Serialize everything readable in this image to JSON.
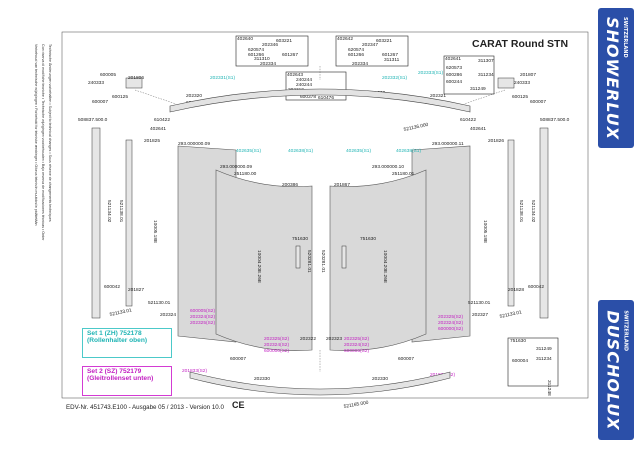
{
  "title": "CARAT Round STN",
  "footer": "EDV-Nr. 451743.E100 - Ausgabe 05 / 2013 - Version 10.0",
  "ce_mark": "CE",
  "brands": [
    "SHOWERLUX",
    "DUSCHOLUX"
  ],
  "brand_sub": "SWITZERLAND",
  "disclaimer_lines": [
    "Technische Änderungen vorbehalten • Subject to technical changes • Sous réserve de changements techniques",
    "Con riserva di modifiche tecniche • Technische wijzigingen voorbehouden • Bajo reserva de modificaciones técnicas • Order",
    "Verbehoud van technische wijzigingen • Forbehold for tekniske ændringer • Oikeus teknisiin muutoksiin pidätetään"
  ],
  "sets": [
    {
      "label": "Set 1",
      "code": "(ZH)",
      "number": "752178",
      "desc": "(Rollenhalter oben)"
    },
    {
      "label": "Set 2",
      "code": "(SZ)",
      "number": "752179",
      "desc": "(Gleitrollenset unten)"
    }
  ],
  "parts": {
    "p402640": "402640",
    "p402642": "402642",
    "p402643": "402643",
    "p402641": "402641",
    "p603221a": "603221",
    "p603221b": "603221",
    "p202346": "202346",
    "p202347": "202347",
    "p620574a": "620574",
    "p620574b": "620574",
    "p601266a": "601266",
    "p601266b": "601266",
    "p601267a": "601267",
    "p601267b": "601267",
    "p311310": "311310",
    "p311311": "311311",
    "p202334a": "202334",
    "p202334b": "202334",
    "p600005a": "600005",
    "p600005b": "600005",
    "p600005c": "600005",
    "p600005d": "600005",
    "p240244a": "240244",
    "p240244b": "240244",
    "p202319": "202319",
    "p610475": "610475",
    "p610476": "610476",
    "p600378": "600378",
    "p520243": "520243.000",
    "p311307": "311307",
    "p620573": "620573",
    "p600286": "600286",
    "p311234": "311234",
    "p600244": "600244",
    "p201807": "201807",
    "p201806": "201806",
    "p240333a": "240333",
    "p240333b": "240333",
    "p600125a": "600125",
    "p600125b": "600125",
    "p600007a": "600007",
    "p600007b": "600007",
    "p202331c": "202331(S1)",
    "p202332c": "202332(S1)",
    "p202333c": "202333(S1)",
    "p202320": "202320",
    "p202321": "202321",
    "p610422a": "610422",
    "p610422b": "610422",
    "p402641a": "402641",
    "p402641b": "402641",
    "p521136": "521136.000",
    "p508837a": "508837.500.0",
    "p508837b": "508837.500.0",
    "p293000a": "293.000000.09",
    "p293000b": "293.000000.09",
    "p293000c": "293.000000.10",
    "p293000d": "293.000000.11",
    "p201825": "201825",
    "p201826": "201826",
    "p402635a": "402635(S1)",
    "p402635b": "402635(S1)",
    "p402638a": "402638(S1)",
    "p402638b": "402638(S1)",
    "p251180a": "251180.00",
    "p251180b": "251180.01",
    "p200386": "200386",
    "p201867": "201867",
    "p521134a": "521134.02",
    "p521134b": "521134.02",
    "p521138a": "521138.01",
    "p521138b": "521138.01",
    "p10005a": "10005.18E",
    "p10005b": "10005.18E",
    "p10004a": "10004.20E.26E",
    "p10004b": "10004.20E.26E",
    "p751630a": "751630",
    "p751630b": "751630",
    "p751630c": "751630",
    "p520281a": "520281.01",
    "p520281b": "520281.01",
    "p600042a": "600042",
    "p600042b": "600042",
    "p201827": "201827",
    "p201828": "201828",
    "p521130a": "521130.01",
    "p521130b": "521130.01",
    "p202324": "202324",
    "p202327": "202327",
    "p521133a": "521133.01",
    "p521133b": "521133.01",
    "p600005m": "600005(S2)",
    "p202324m": "202324(S2)",
    "p202325m": "202325(S2)",
    "p202325m2": "202325(S2)",
    "p202324m2": "202324(S2)",
    "p600000m": "600000(S2)",
    "p202322a": "202322",
    "p202322b": "202322",
    "p202323": "202323",
    "p202318": "202318",
    "p600007c": "600007",
    "p600007d": "600007",
    "p202330a": "202330",
    "p202330b": "202330",
    "p521165": "521165.000",
    "p201833m": "201833(S2)",
    "p201834m": "201834(S2)",
    "p311249": "311249",
    "p311234b": "311234",
    "p311248": "311248",
    "p600004": "600004",
    "p751630d": "751630"
  }
}
